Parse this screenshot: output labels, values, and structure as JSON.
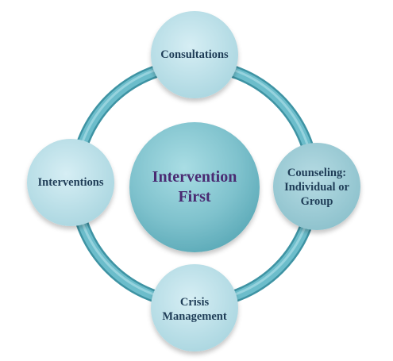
{
  "center": {
    "text": "Intervention\nFirst"
  },
  "nodes": {
    "top": "Consultations",
    "right": "Counseling:\nIndividual or\nGroup",
    "bottom": "Crisis\nManagement",
    "left": "Interventions"
  },
  "colors": {
    "ring": "#5fb3c2",
    "ring_dark": "#3e93a3",
    "node_fill_light": "#cde8ef",
    "node_fill": "#b4dde6",
    "node_right_fill": "#9ccbd5",
    "center_fill": "#86c8d2",
    "center_fill_dark": "#5fb0bd",
    "node_text": "#1f3d57",
    "center_text": "#4a2a72"
  }
}
